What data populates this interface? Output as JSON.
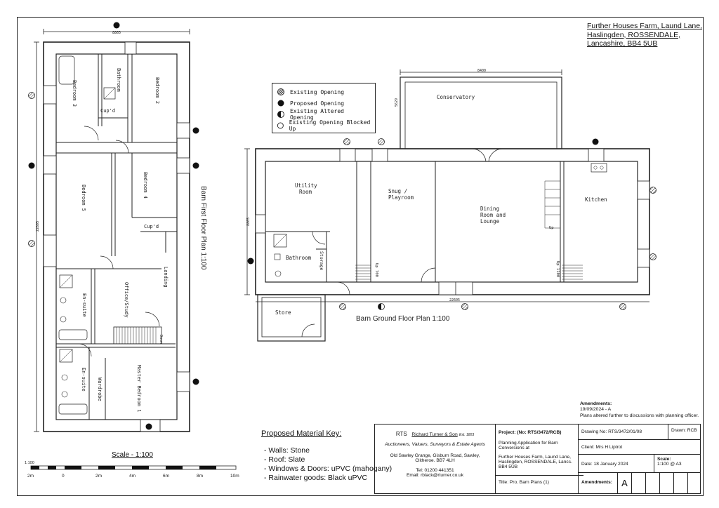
{
  "address": [
    "Further Houses Farm, Laund Lane,",
    "Haslingden, ROSSENDALE,",
    "Lancashire, BB4 5UB"
  ],
  "legend": [
    {
      "label": "Existing Opening",
      "symbol": "hatched"
    },
    {
      "label": "Proposed Opening",
      "symbol": "filled"
    },
    {
      "label": "Existing Altered Opening",
      "symbol": "half"
    },
    {
      "label": "Existing Opening Blocked Up",
      "symbol": "empty"
    }
  ],
  "first_floor": {
    "title": "Barn First Floor Plan 1:100",
    "width_dim": "8865",
    "height_dim": "22605",
    "rooms": {
      "bedroom3": "Bedroom 3",
      "bathroom": "Bathroom",
      "bedroom2": "Bedroom 2",
      "cupd1": "Cup'd",
      "bedroom4": "Bedroom 4",
      "bedroom5": "Bedroom 5",
      "cupd2": "Cup'd",
      "landing": "Landing",
      "ensuite1": "En-suite",
      "office": "Office/Study",
      "down": "Down",
      "ensuite2": "En-suite",
      "wardrobe": "Wardrobe",
      "master": "Master Bedroom 1"
    }
  },
  "ground_floor": {
    "title": "Barn Ground Floor Plan 1:100",
    "width_dim": "22605",
    "height_dim": "8865",
    "conservatory_w": "8400",
    "conservatory_h": "5629",
    "rooms": {
      "conservatory": "Conservatory",
      "utility": "Utility Room",
      "snug": "Snug / Playroom",
      "dining": "Dining Room and Lounge",
      "kitchen": "Kitchen",
      "bathroom": "Bathroom",
      "storage": "Storage",
      "store": "Store",
      "up1": "Up 700",
      "up2": "Up 1100",
      "up3": "Up"
    }
  },
  "scale": {
    "title": "Scale - 1:100",
    "ratio": "1:100",
    "ticks": [
      "2m",
      "0",
      "2m",
      "4m",
      "6m",
      "8m",
      "10m"
    ]
  },
  "materials": {
    "heading": "Proposed Material Key:",
    "items": [
      "Walls: Stone",
      "Roof: Slate",
      "Windows & Doors: uPVC (mahogany)",
      "Rainwater goods: Black uPVC"
    ]
  },
  "amendments_note": {
    "heading": "Amendments:",
    "date": "19/09/2024 - A",
    "text": "Plans altered further to discussions with planning officer."
  },
  "title_block": {
    "company_short": "RTS",
    "company_name": "Richard Turner & Son",
    "established": "Est. 1803",
    "services": "Auctioneers, Valuers, Surveyors & Estate Agents",
    "address": "Old Sawley Grange, Gisburn Road, Sawley, Clitheroe. BB7 4LH",
    "tel": "Tel: 01200 441351",
    "email": "Email: rblack@rturner.co.uk",
    "project_label": "Project: (No: RTS/3472/RCB)",
    "project_desc": "Planning Application for Barn Conversions at",
    "project_addr": "Further Houses Farm, Laund Lane, Haslingden, ROSSENDALE, Lancs. BB4 5UB",
    "title": "Title: Pro. Barn Plans (1)",
    "drawing_no": "Drawing No: RTS/3472/01/08",
    "drawn": "Drawn: RCB",
    "client": "Client: Mrs H Liptrot",
    "date": "Date: 18 January 2024",
    "scale_label": "Scale:",
    "scale_value": "1:100 @ A3",
    "amendments_label": "Amendments:",
    "revision": "A"
  }
}
